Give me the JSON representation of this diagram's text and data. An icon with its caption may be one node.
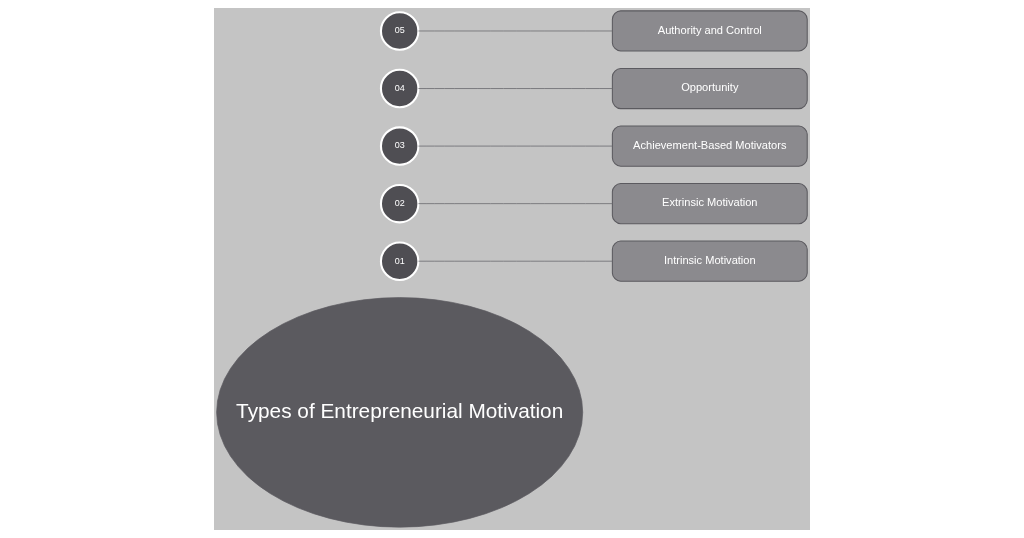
{
  "diagram": {
    "nodes": [
      {
        "text": [
          "Types of Entrepreneurial Motivation"
        ]
      },
      {
        "text": [
          "01"
        ]
      },
      {
        "text": [
          "Intrinsic Motivation"
        ]
      },
      {
        "text": [
          "02"
        ]
      },
      {
        "text": [
          "Extrinsic Motivation"
        ]
      },
      {
        "text": [
          "03"
        ]
      },
      {
        "text": [
          "Achievement-Based Motivators"
        ]
      },
      {
        "text": [
          "04"
        ]
      },
      {
        "text": [
          "Opportunity"
        ]
      },
      {
        "text": [
          "05"
        ]
      },
      {
        "text": [
          "Authority and Control"
        ]
      }
    ],
    "edges": [
      {
        "from": 1,
        "to": 2,
        "arrow": "none"
      },
      {
        "from": 3,
        "to": 4,
        "arrow": "none"
      },
      {
        "from": 5,
        "to": 6,
        "arrow": "none"
      },
      {
        "from": 7,
        "to": 8,
        "arrow": "none"
      },
      {
        "from": 9,
        "to": 10,
        "arrow": "none"
      }
    ]
  }
}
